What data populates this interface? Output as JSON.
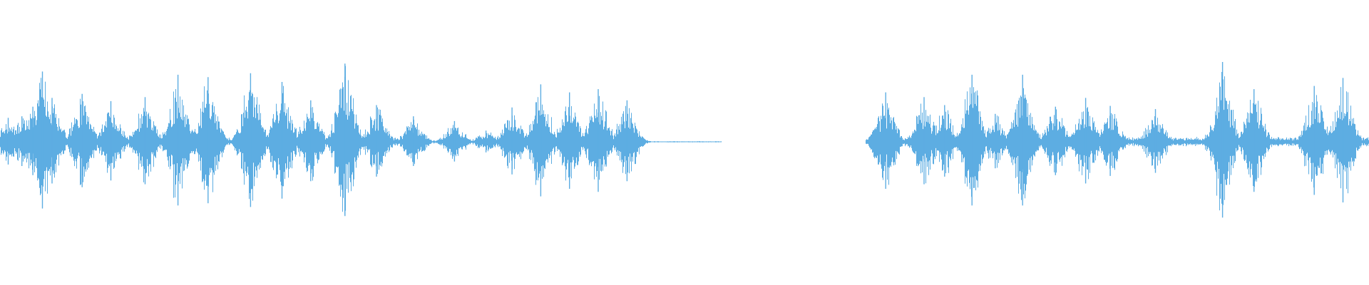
{
  "waveform": {
    "color": "#5DADE2",
    "background": "#FFFFFF",
    "duration_fraction_segments": [
      {
        "start": 0.0,
        "end": 0.527,
        "kind": "audio"
      },
      {
        "start": 0.527,
        "end": 0.632,
        "kind": "silence"
      },
      {
        "start": 0.632,
        "end": 1.0,
        "kind": "audio"
      }
    ],
    "peaks": [
      {
        "t": 0.006,
        "amp": 0.3
      },
      {
        "t": 0.016,
        "amp": 0.32
      },
      {
        "t": 0.024,
        "amp": 0.44
      },
      {
        "t": 0.031,
        "amp": 0.88
      },
      {
        "t": 0.038,
        "amp": 0.55
      },
      {
        "t": 0.06,
        "amp": 0.6
      },
      {
        "t": 0.081,
        "amp": 0.51
      },
      {
        "t": 0.106,
        "amp": 0.56
      },
      {
        "t": 0.13,
        "amp": 0.84
      },
      {
        "t": 0.152,
        "amp": 0.81
      },
      {
        "t": 0.183,
        "amp": 0.86
      },
      {
        "t": 0.206,
        "amp": 0.75
      },
      {
        "t": 0.227,
        "amp": 0.52
      },
      {
        "t": 0.252,
        "amp": 0.98
      },
      {
        "t": 0.275,
        "amp": 0.46
      },
      {
        "t": 0.302,
        "amp": 0.32
      },
      {
        "t": 0.332,
        "amp": 0.26
      },
      {
        "t": 0.355,
        "amp": 0.14
      },
      {
        "t": 0.374,
        "amp": 0.43
      },
      {
        "t": 0.395,
        "amp": 0.72
      },
      {
        "t": 0.416,
        "amp": 0.62
      },
      {
        "t": 0.437,
        "amp": 0.66
      },
      {
        "t": 0.458,
        "amp": 0.52
      },
      {
        "t": 0.647,
        "amp": 0.62
      },
      {
        "t": 0.675,
        "amp": 0.56
      },
      {
        "t": 0.69,
        "amp": 0.46
      },
      {
        "t": 0.71,
        "amp": 0.84
      },
      {
        "t": 0.727,
        "amp": 0.35
      },
      {
        "t": 0.747,
        "amp": 0.84
      },
      {
        "t": 0.771,
        "amp": 0.44
      },
      {
        "t": 0.793,
        "amp": 0.55
      },
      {
        "t": 0.811,
        "amp": 0.45
      },
      {
        "t": 0.844,
        "amp": 0.41
      },
      {
        "t": 0.893,
        "amp": 1.0
      },
      {
        "t": 0.916,
        "amp": 0.66
      },
      {
        "t": 0.96,
        "amp": 0.7
      },
      {
        "t": 0.981,
        "amp": 0.8
      }
    ]
  }
}
